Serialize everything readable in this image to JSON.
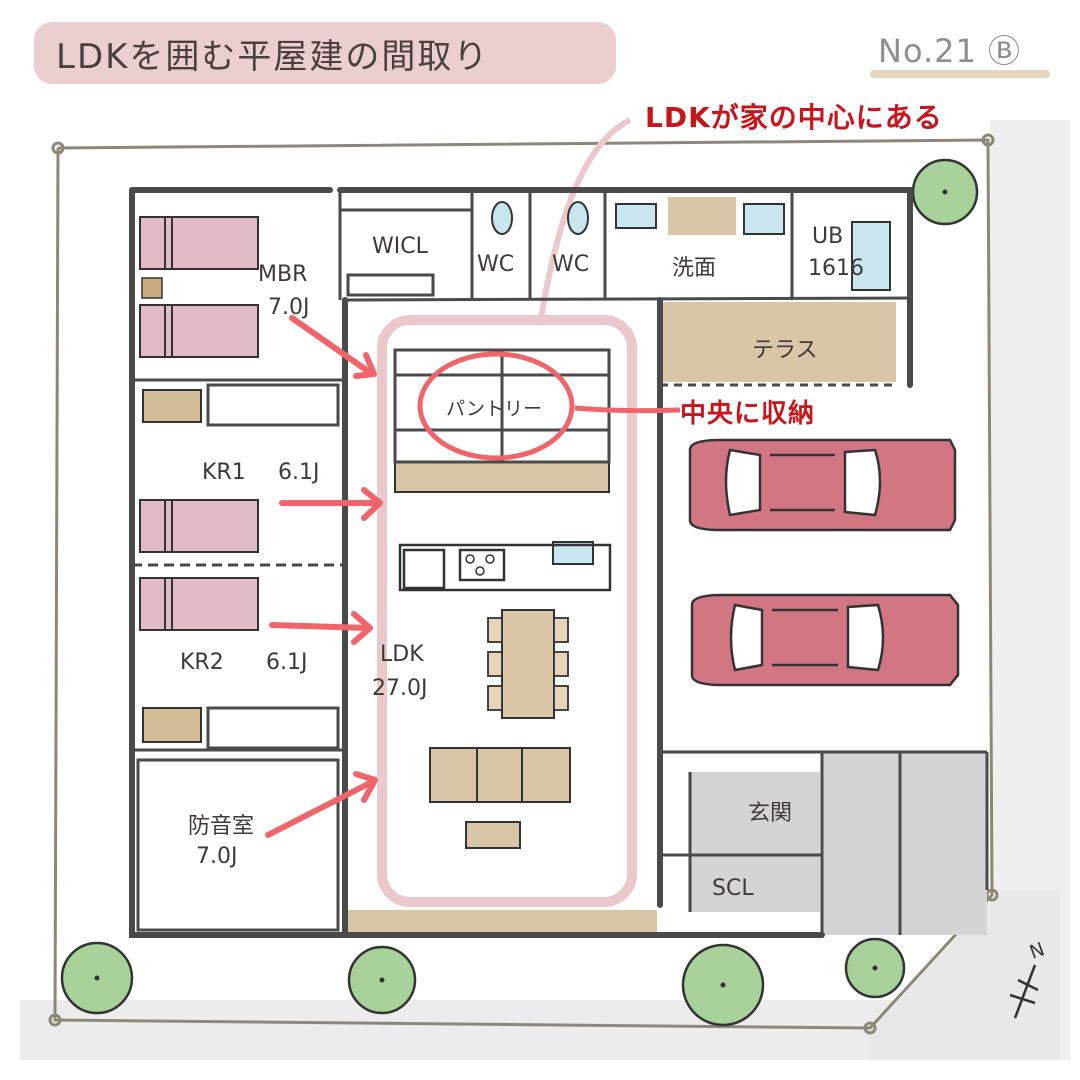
{
  "header": {
    "title": "LDKを囲む平屋建の間取り",
    "plan_number": "No.21 Ⓑ"
  },
  "callouts": {
    "ldk_center": "LDKが家の中心にある",
    "central_storage": "中央に収納"
  },
  "rooms": {
    "mbr": {
      "name": "MBR",
      "size": "7.0J"
    },
    "wicl": {
      "name": "WICL"
    },
    "wc1": {
      "name": "WC"
    },
    "wc2": {
      "name": "WC"
    },
    "washroom": {
      "name": "洗面"
    },
    "ub": {
      "name": "UB",
      "size": "1616"
    },
    "terrace": {
      "name": "テラス"
    },
    "pantry": {
      "name": "パントリー"
    },
    "kr1": {
      "name": "KR1",
      "size": "6.1J"
    },
    "kr2": {
      "name": "KR2",
      "size": "6.1J"
    },
    "ldk": {
      "name": "LDK",
      "size": "27.0J"
    },
    "soundproof": {
      "name": "防音室",
      "size": "7.0J"
    },
    "entrance": {
      "name": "玄関"
    },
    "scl": {
      "name": "SCL"
    }
  },
  "compass": {
    "label": "N"
  },
  "colors": {
    "wall": "#4a4a4a",
    "callout_red": "#c8141b",
    "highlight_pink": "#e9c3c6",
    "arrow_red": "#f0656b",
    "bed_pink": "#e2bcc5",
    "wood_beige": "#d8c6a7",
    "water_blue": "#c9e6ef",
    "tree_green": "#9ccc8e",
    "car_red": "#d06a78",
    "parking_gray": "#d3d3d3",
    "title_pill": "#ebcfd0"
  }
}
